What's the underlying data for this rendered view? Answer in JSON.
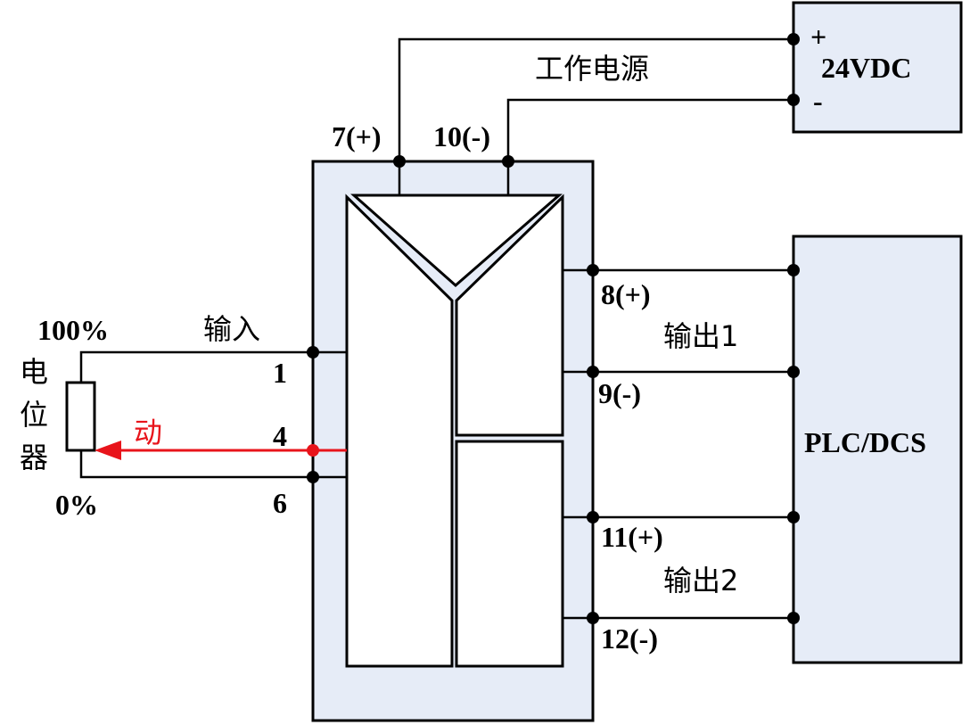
{
  "power_supply": {
    "voltage": "24VDC",
    "plus": "+",
    "minus": "-",
    "label": "工作电源",
    "terminal_plus": "7(+)",
    "terminal_minus": "10(-)"
  },
  "potentiometer": {
    "name_chars": [
      "电",
      "位",
      "器"
    ],
    "top_label": "100%",
    "bottom_label": "0%",
    "wiper_label": "动",
    "wiper_color": "#e8141b"
  },
  "input": {
    "label": "输入",
    "terminals": [
      "1",
      "4",
      "6"
    ]
  },
  "outputs": [
    {
      "label": "输出1",
      "plus": "8(+)",
      "minus": "9(-)"
    },
    {
      "label": "输出2",
      "plus": "11(+)",
      "minus": "12(-)"
    }
  ],
  "controller": {
    "label": "PLC/DCS"
  },
  "colors": {
    "module_fill": "#e6ecf7",
    "wire": "#000000"
  }
}
